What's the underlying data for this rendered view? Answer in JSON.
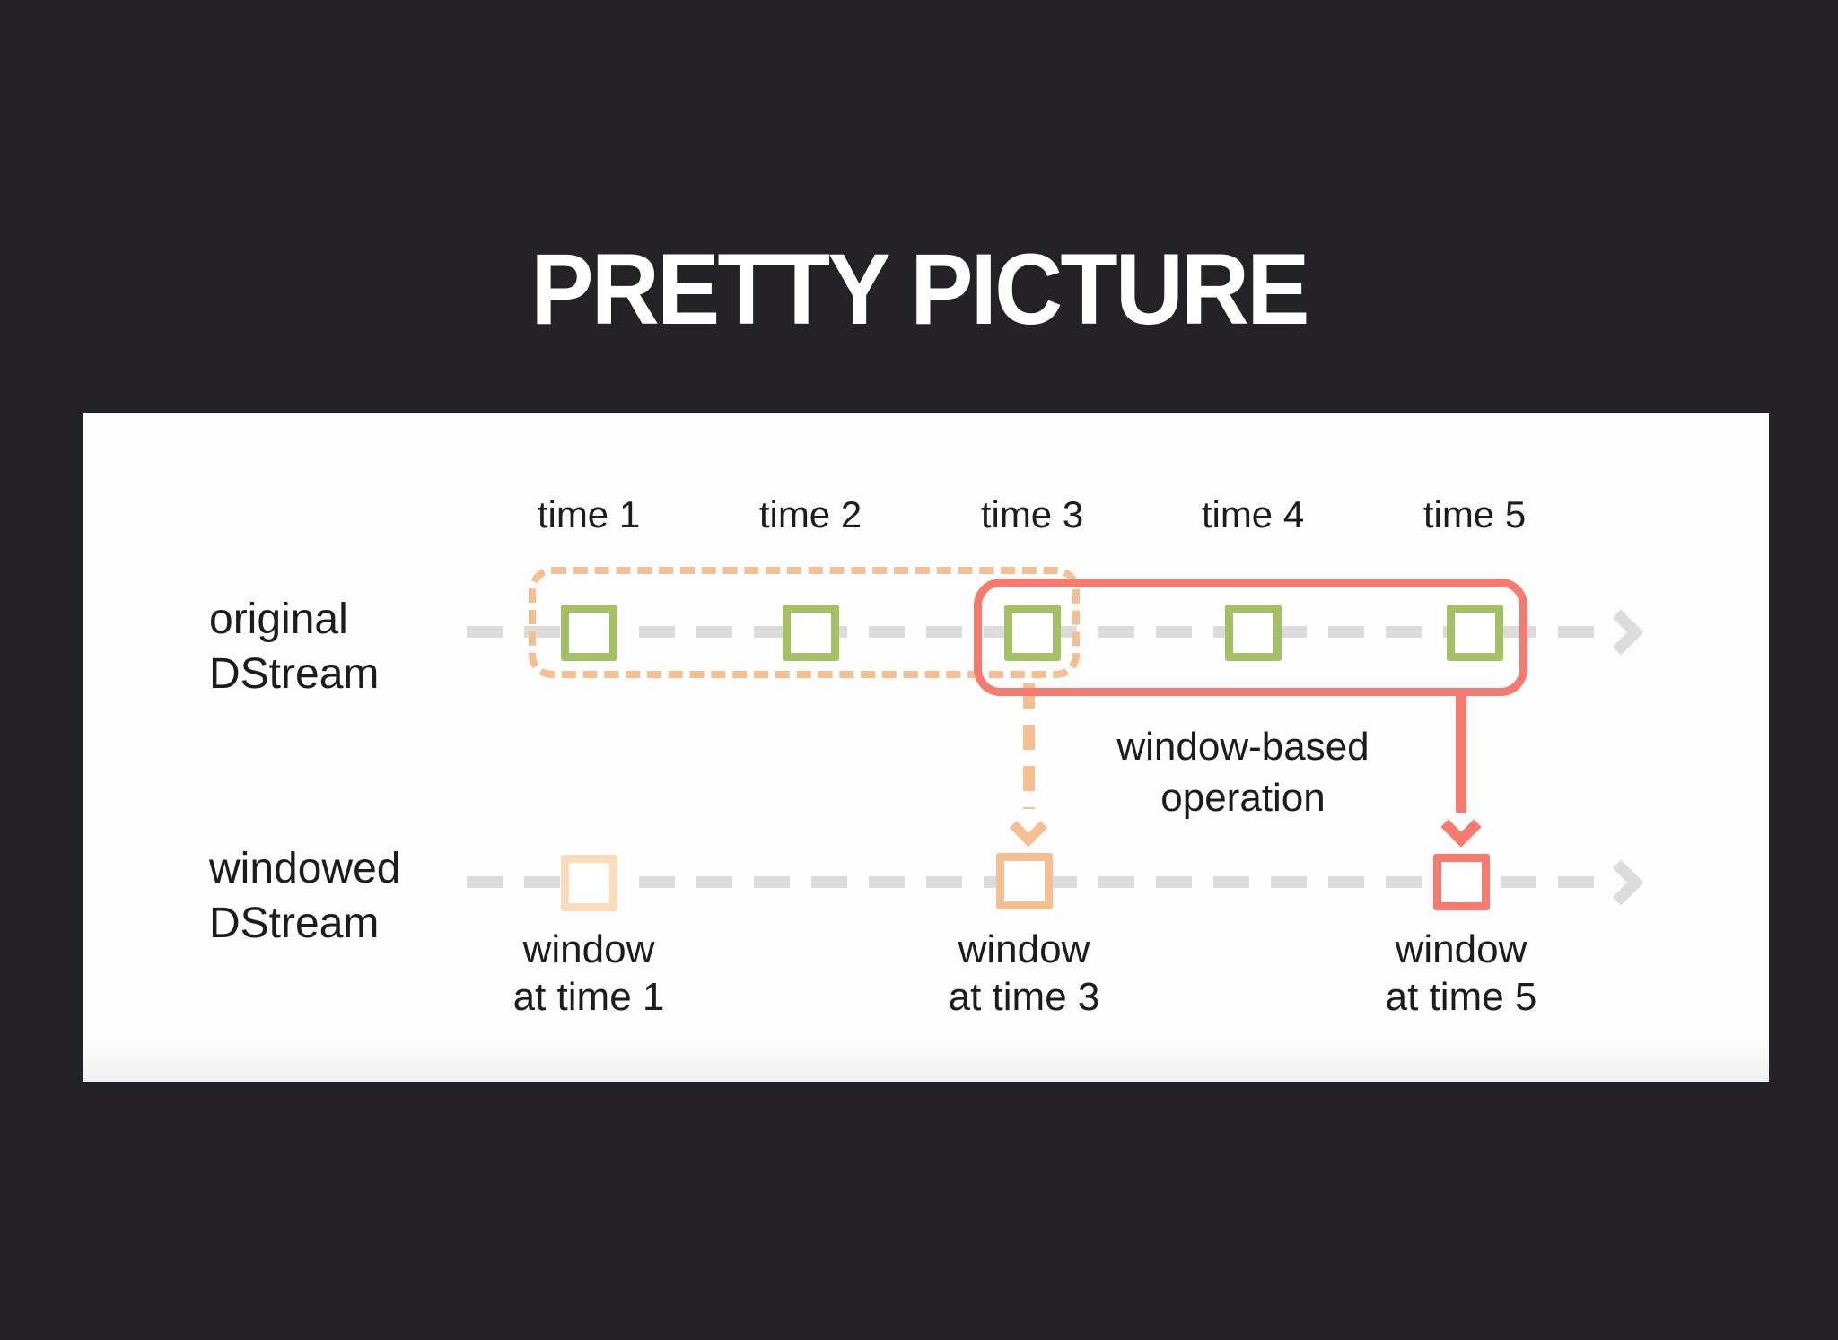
{
  "slide": {
    "title": "PRETTY PICTURE"
  },
  "diagram": {
    "time_labels": [
      "time 1",
      "time 2",
      "time 3",
      "time 4",
      "time 5"
    ],
    "original_row": {
      "label_line1": "original",
      "label_line2": "DStream"
    },
    "windowed_row": {
      "label_line1": "windowed",
      "label_line2": "DStream"
    },
    "operation_label": {
      "line1": "window-based",
      "line2": "operation"
    },
    "window_labels": [
      {
        "line1": "window",
        "line2": "at time 1"
      },
      {
        "line1": "window",
        "line2": "at time 3"
      },
      {
        "line1": "window",
        "line2": "at time 5"
      }
    ],
    "colors": {
      "background": "#242227",
      "panel": "#fdfdfd",
      "timeline_gray": "#dcdcdc",
      "rdd_green": "#a3c162",
      "window_orange": "#f6bf92",
      "window_orange_light": "#fbdcba",
      "window_red": "#f8796e",
      "text": "#1c1c1c",
      "title_text": "#ffffff"
    }
  }
}
